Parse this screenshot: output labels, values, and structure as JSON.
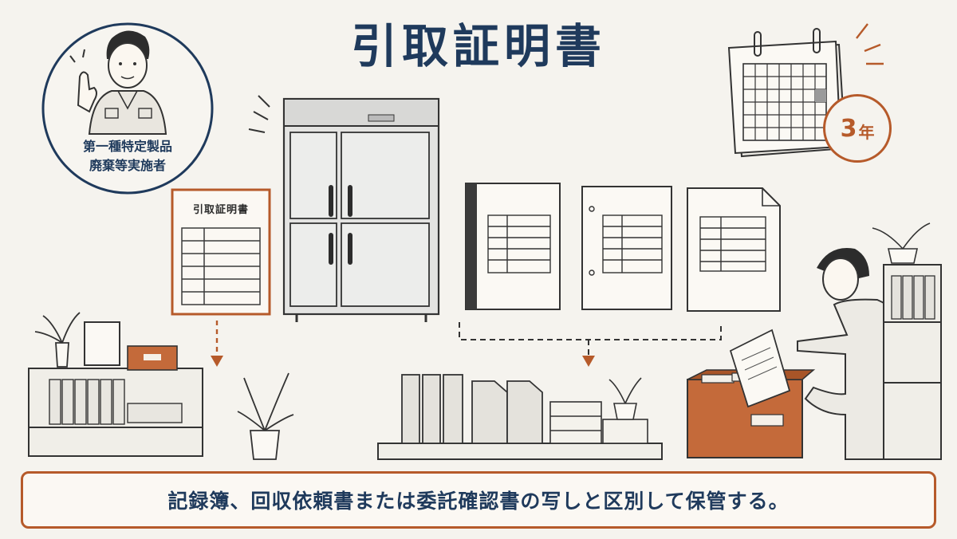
{
  "title": "引取証明書",
  "role": {
    "line1": "第一種特定製品",
    "line2": "廃棄等実施者"
  },
  "document_card": {
    "label": "引取証明書"
  },
  "retention": {
    "number": "3",
    "unit": "年"
  },
  "caption": "記録簿、回収依頼書または委託確認書の写しと区別して保管する。",
  "colors": {
    "navy": "#1f3a5c",
    "accent": "#b65a2a",
    "line": "#3b3b3b",
    "background": "#f5f3ee"
  },
  "icons": [
    "worker-pointing-icon",
    "refrigerator-icon",
    "calendar-icon",
    "binder-icon",
    "document-icon",
    "filing-box-icon",
    "plant-icon"
  ]
}
